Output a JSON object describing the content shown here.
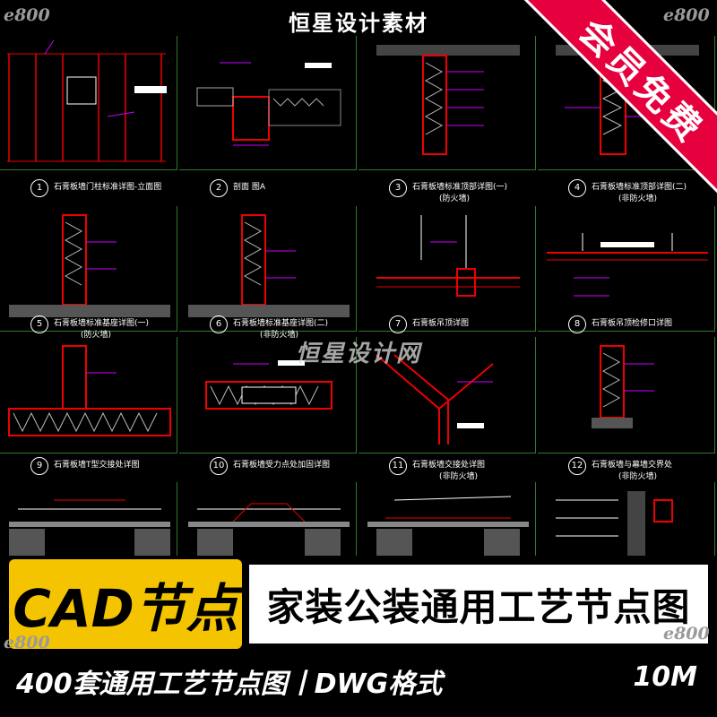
{
  "header": {
    "title": "恒星设计素材"
  },
  "watermark": {
    "logo": "e800",
    "center": "恒星设计网"
  },
  "badge": {
    "text": "会员免费",
    "color": "#e6003e"
  },
  "cells": [
    {
      "num": "1",
      "caption": "石膏板墙门柱标准详图-立面图",
      "sub": ""
    },
    {
      "num": "2",
      "caption": "剖面 图A",
      "sub": ""
    },
    {
      "num": "3",
      "caption": "石膏板墙标准顶部详图(一)",
      "sub": "(防火墙)"
    },
    {
      "num": "4",
      "caption": "石膏板墙标准顶部详图(二)",
      "sub": "(非防火墙)"
    },
    {
      "num": "5",
      "caption": "石膏板墙标准基座详图(一)",
      "sub": "(防火墙)"
    },
    {
      "num": "6",
      "caption": "石膏板墙标准基座详图(二)",
      "sub": "(非防火墙)"
    },
    {
      "num": "7",
      "caption": "石膏板吊顶详图",
      "sub": ""
    },
    {
      "num": "8",
      "caption": "石膏板吊顶检修口详图",
      "sub": ""
    },
    {
      "num": "9",
      "caption": "石膏板墙T型交接处详图",
      "sub": ""
    },
    {
      "num": "10",
      "caption": "石膏板墙受力点处加固详图",
      "sub": ""
    },
    {
      "num": "11",
      "caption": "石膏板墙交接处详图",
      "sub": "(非防火墙)"
    },
    {
      "num": "12",
      "caption": "石膏板墙与幕墙交界处",
      "sub": "(非防火墙)"
    }
  ],
  "banner": {
    "left": "CAD节点",
    "left_color": "#f5c400",
    "right": "家装公装通用工艺节点图"
  },
  "footer": {
    "left": "400套通用工艺节点图丨DWG格式",
    "right": "10M"
  }
}
